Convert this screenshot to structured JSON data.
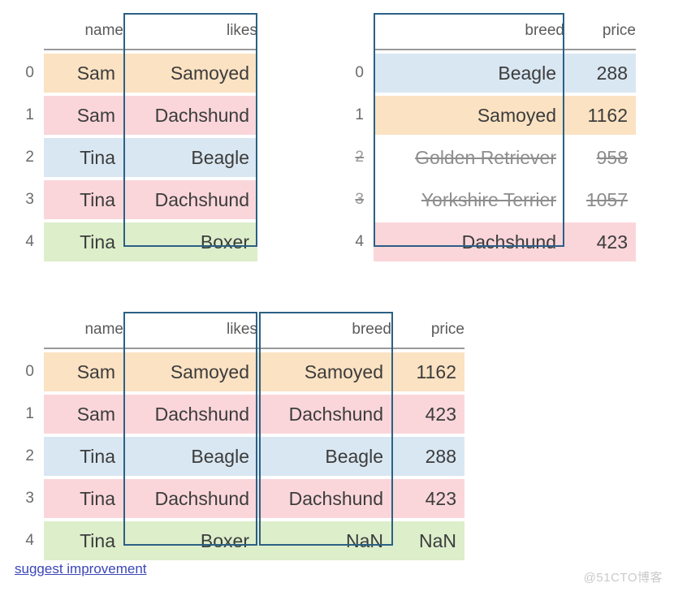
{
  "tables": {
    "left": {
      "name": "left-dataframe",
      "index_label": "",
      "columns": [
        "name",
        "likes"
      ],
      "key_column": "likes",
      "rows": [
        {
          "index": "0",
          "name": "Sam",
          "likes": "Samoyed",
          "color": "orange",
          "struck": false
        },
        {
          "index": "1",
          "name": "Sam",
          "likes": "Dachshund",
          "color": "pink",
          "struck": false
        },
        {
          "index": "2",
          "name": "Tina",
          "likes": "Beagle",
          "color": "blue",
          "struck": false
        },
        {
          "index": "3",
          "name": "Tina",
          "likes": "Dachshund",
          "color": "pink",
          "struck": false
        },
        {
          "index": "4",
          "name": "Tina",
          "likes": "Boxer",
          "color": "green",
          "struck": false
        }
      ]
    },
    "right": {
      "name": "right-dataframe",
      "columns": [
        "breed",
        "price"
      ],
      "key_column": "breed",
      "rows": [
        {
          "index": "0",
          "breed": "Beagle",
          "price": "288",
          "color": "blue",
          "struck": false
        },
        {
          "index": "1",
          "breed": "Samoyed",
          "price": "1162",
          "color": "orange",
          "struck": false
        },
        {
          "index": "2",
          "breed": "Golden Retriever",
          "price": "958",
          "color": "none",
          "struck": true
        },
        {
          "index": "3",
          "breed": "Yorkshire Terrier",
          "price": "1057",
          "color": "none",
          "struck": true
        },
        {
          "index": "4",
          "breed": "Dachshund",
          "price": "423",
          "color": "pink",
          "struck": false
        }
      ]
    },
    "result": {
      "name": "merged-dataframe",
      "columns": [
        "name",
        "likes",
        "breed",
        "price"
      ],
      "key_columns": [
        "likes",
        "breed"
      ],
      "rows": [
        {
          "index": "0",
          "name": "Sam",
          "likes": "Samoyed",
          "breed": "Samoyed",
          "price": "1162",
          "color": "orange",
          "struck": false
        },
        {
          "index": "1",
          "name": "Sam",
          "likes": "Dachshund",
          "breed": "Dachshund",
          "price": "423",
          "color": "pink",
          "struck": false
        },
        {
          "index": "2",
          "name": "Tina",
          "likes": "Beagle",
          "breed": "Beagle",
          "price": "288",
          "color": "blue",
          "struck": false
        },
        {
          "index": "3",
          "name": "Tina",
          "likes": "Dachshund",
          "breed": "Dachshund",
          "price": "423",
          "color": "pink",
          "struck": false
        },
        {
          "index": "4",
          "name": "Tina",
          "likes": "Boxer",
          "breed": "NaN",
          "price": "NaN",
          "color": "green",
          "struck": false
        }
      ]
    }
  },
  "footer": {
    "suggest_link": "suggest improvement",
    "watermark": "@51CTO博客"
  },
  "colors": {
    "orange": "#fbe2c2",
    "pink": "#fad6da",
    "blue": "#d9e7f2",
    "green": "#ddeecb",
    "none": "#ffffff",
    "key_box_border": "#2b6085",
    "header_text": "#5a5a5a",
    "cell_text": "#3c3c3c",
    "struck_text": "#8d8d8d",
    "link": "#3b46b8",
    "watermark": "#c9c9c9"
  }
}
